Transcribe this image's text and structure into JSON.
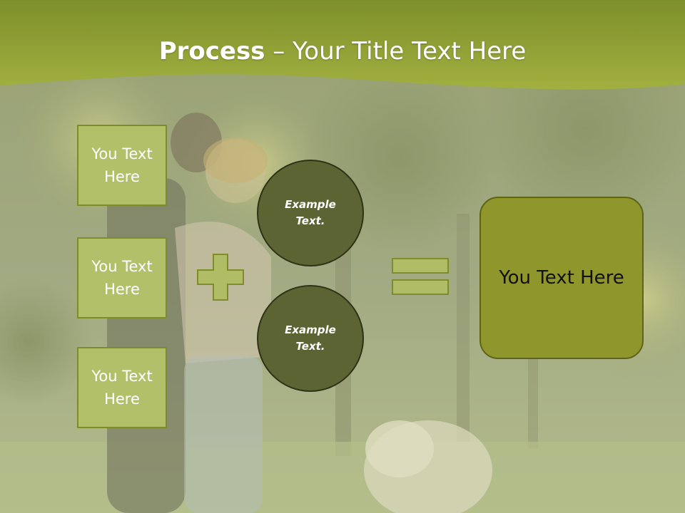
{
  "header": {
    "title_bold": "Process",
    "title_rest": " – Your Title Text Here"
  },
  "input_boxes": [
    {
      "label": "You Text Here"
    },
    {
      "label": "You Text Here"
    },
    {
      "label": "You Text Here"
    }
  ],
  "circles": [
    {
      "label": "Example Text."
    },
    {
      "label": "Example Text."
    }
  ],
  "result_box": {
    "label": "You Text Here"
  },
  "operators": {
    "plus": "plus-sign",
    "equals": "equals-sign"
  },
  "colors": {
    "header_band": "#8e9f2e",
    "box_fill": "#b3c06a",
    "circle_fill": "#5c6433",
    "result_fill": "#8f962c",
    "operator_fill": "#b0bd66"
  }
}
